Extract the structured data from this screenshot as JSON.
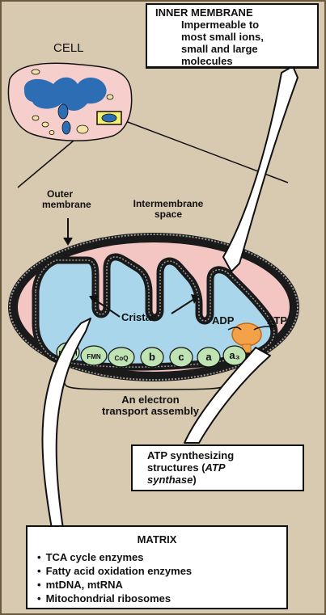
{
  "title": "",
  "cell_label": "CELL",
  "inner_membrane_box": {
    "heading": "INNER MEMBRANE",
    "lines": [
      "Impermeable to",
      "most small ions,",
      "small and large",
      "molecules"
    ]
  },
  "labels": {
    "outer_membrane": [
      "Outer",
      "membrane"
    ],
    "intermembrane_space": [
      "Intermembrane",
      "space"
    ],
    "cristae": "Cristae",
    "adp": "ADP",
    "atp": "ATP",
    "electron_transport": [
      "An electron",
      "transport assembly"
    ]
  },
  "electron_chain": [
    "NADH",
    "FMN",
    "CoQ",
    "b",
    "c",
    "a",
    "a₃"
  ],
  "atp_synthase_box": {
    "line1": "ATP synthesizing",
    "line2_prefix": "structures (",
    "line2_italic": "ATP",
    "line3_italic": "synthase",
    "line3_suffix": ")"
  },
  "matrix_box": {
    "heading": "MATRIX",
    "items": [
      "TCA cycle enzymes",
      "Fatty acid oxidation enzymes",
      "mtDNA, mtRNA",
      "Mitochondrial ribosomes"
    ]
  },
  "colors": {
    "background": "#d8c9b1",
    "cell_fill": "#f6cfcd",
    "nucleus": "#2d6db3",
    "matrix": "#a9d6ea",
    "intermembrane": "#f3c6c4",
    "membrane": "#1a1a1a",
    "chain_fill": "#bfe3b3",
    "atp_synthase": "#f4a24a"
  }
}
